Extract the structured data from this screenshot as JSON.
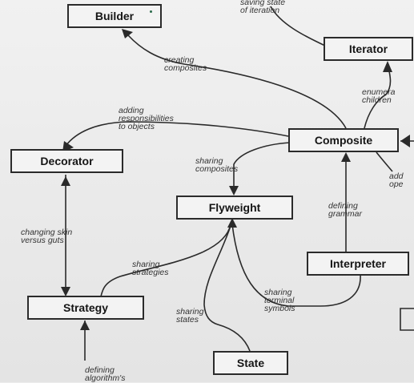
{
  "patterns": {
    "builder": "Builder",
    "iterator": "Iterator",
    "composite": "Composite",
    "decorator": "Decorator",
    "flyweight": "Flyweight",
    "interpreter": "Interpreter",
    "strategy": "Strategy",
    "state": "State"
  },
  "relations": {
    "saving_state": "saving state\nof iteration",
    "creating_composites": "creating\ncomposites",
    "adding_responsibilities": "adding\nresponsibilities\nto objects",
    "enumerating_children": "enumera\nchildren",
    "sharing_composites": "sharing\ncomposites",
    "adding_operations": "add\nope",
    "defining_grammar": "defining\ngrammar",
    "changing_skin": "changing skin\nversus guts",
    "sharing_strategies": "sharing\nstrategies",
    "sharing_terminal_symbols": "sharing\nterminal\nsymbols",
    "sharing_states": "sharing\nstates",
    "defining_algorithms": "defining\nalgorithm's"
  }
}
